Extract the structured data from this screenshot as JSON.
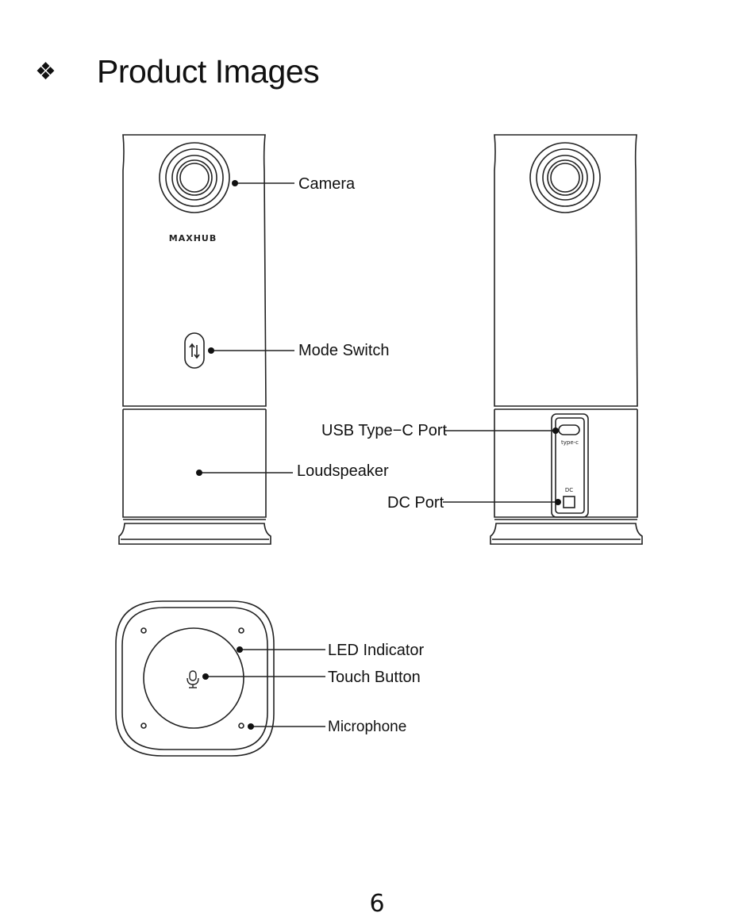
{
  "heading": {
    "bullet": "❖",
    "title": "Product Images"
  },
  "device": {
    "brand": "MAXHUB",
    "port_tag_typec": "type-c",
    "port_tag_dc": "DC"
  },
  "labels": {
    "camera": "Camera",
    "mode_switch": "Mode Switch",
    "usb_typec_port": "USB Type−C Port",
    "loudspeaker": "Loudspeaker",
    "dc_port": "DC Port",
    "led_indicator": "LED Indicator",
    "touch_button": "Touch Button",
    "microphone": "Microphone"
  },
  "page_number": "6"
}
